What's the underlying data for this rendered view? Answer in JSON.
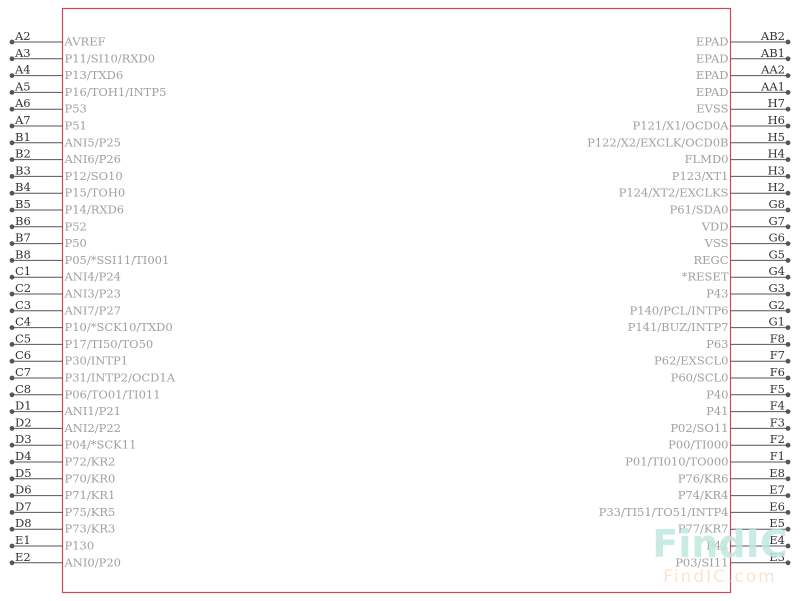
{
  "component": {
    "left_pins": [
      {
        "num": "A2",
        "name": "AVREF"
      },
      {
        "num": "A3",
        "name": "P11/SI10/RXD0"
      },
      {
        "num": "A4",
        "name": "P13/TXD6"
      },
      {
        "num": "A5",
        "name": "P16/TOH1/INTP5"
      },
      {
        "num": "A6",
        "name": "P53"
      },
      {
        "num": "A7",
        "name": "P51"
      },
      {
        "num": "B1",
        "name": "ANI5/P25"
      },
      {
        "num": "B2",
        "name": "ANI6/P26"
      },
      {
        "num": "B3",
        "name": "P12/SO10"
      },
      {
        "num": "B4",
        "name": "P15/TOH0"
      },
      {
        "num": "B5",
        "name": "P14/RXD6"
      },
      {
        "num": "B6",
        "name": "P52"
      },
      {
        "num": "B7",
        "name": "P50"
      },
      {
        "num": "B8",
        "name": "P05/*SSI11/TI001"
      },
      {
        "num": "C1",
        "name": "ANI4/P24"
      },
      {
        "num": "C2",
        "name": "ANI3/P23"
      },
      {
        "num": "C3",
        "name": "ANI7/P27"
      },
      {
        "num": "C4",
        "name": "P10/*SCK10/TXD0"
      },
      {
        "num": "C5",
        "name": "P17/TI50/TO50"
      },
      {
        "num": "C6",
        "name": "P30/INTP1"
      },
      {
        "num": "C7",
        "name": "P31/INTP2/OCD1A"
      },
      {
        "num": "C8",
        "name": "P06/TO01/TI011"
      },
      {
        "num": "D1",
        "name": "ANI1/P21"
      },
      {
        "num": "D2",
        "name": "ANI2/P22"
      },
      {
        "num": "D3",
        "name": "P04/*SCK11"
      },
      {
        "num": "D4",
        "name": "P72/KR2"
      },
      {
        "num": "D5",
        "name": "P70/KR0"
      },
      {
        "num": "D6",
        "name": "P71/KR1"
      },
      {
        "num": "D7",
        "name": "P75/KR5"
      },
      {
        "num": "D8",
        "name": "P73/KR3"
      },
      {
        "num": "E1",
        "name": "P130"
      },
      {
        "num": "E2",
        "name": "ANI0/P20"
      }
    ],
    "right_pins": [
      {
        "num": "AB2",
        "name": "EPAD"
      },
      {
        "num": "AB1",
        "name": "EPAD"
      },
      {
        "num": "AA2",
        "name": "EPAD"
      },
      {
        "num": "AA1",
        "name": "EPAD"
      },
      {
        "num": "H7",
        "name": "EVSS"
      },
      {
        "num": "H6",
        "name": "P121/X1/OCD0A"
      },
      {
        "num": "H5",
        "name": "P122/X2/EXCLK/OCD0B"
      },
      {
        "num": "H4",
        "name": "FLMD0"
      },
      {
        "num": "H3",
        "name": "P123/XT1"
      },
      {
        "num": "H2",
        "name": "P124/XT2/EXCLKS"
      },
      {
        "num": "G8",
        "name": "P61/SDA0"
      },
      {
        "num": "G7",
        "name": "VDD"
      },
      {
        "num": "G6",
        "name": "VSS"
      },
      {
        "num": "G5",
        "name": "REGC"
      },
      {
        "num": "G4",
        "name": "*RESET"
      },
      {
        "num": "G3",
        "name": "P43"
      },
      {
        "num": "G2",
        "name": "P140/PCL/INTP6"
      },
      {
        "num": "G1",
        "name": "P141/BUZ/INTP7"
      },
      {
        "num": "F8",
        "name": "P63"
      },
      {
        "num": "F7",
        "name": "P62/EXSCL0"
      },
      {
        "num": "F6",
        "name": "P60/SCL0"
      },
      {
        "num": "F5",
        "name": "P40"
      },
      {
        "num": "F4",
        "name": "P41"
      },
      {
        "num": "F3",
        "name": "P02/SO11"
      },
      {
        "num": "F2",
        "name": "P00/TI000"
      },
      {
        "num": "F1",
        "name": "P01/TI010/TO000"
      },
      {
        "num": "E8",
        "name": "P76/KR6"
      },
      {
        "num": "E7",
        "name": "P74/KR4"
      },
      {
        "num": "E6",
        "name": "P33/TI51/TO51/INTP4"
      },
      {
        "num": "E5",
        "name": "P77/KR7"
      },
      {
        "num": "E4",
        "name": "P42"
      },
      {
        "num": "E3",
        "name": "P03/SI11"
      }
    ]
  },
  "watermark": {
    "logo": "FindIC",
    "url": "FindIC.com"
  },
  "colors": {
    "body_outline": "#d0485a",
    "pin_line": "#555555",
    "pin_dot": "#555555",
    "watermark_teal": "#bfe8e0",
    "watermark_orange": "#fbe0c6"
  }
}
